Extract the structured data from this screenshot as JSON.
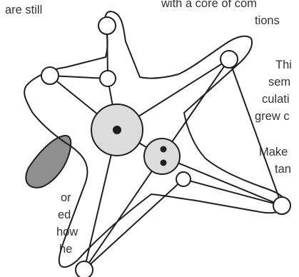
{
  "text_fragments": {
    "top_left": "are still",
    "top_right_line1": "with a core of com",
    "top_right_line2": "tions",
    "right_line1": "Thi",
    "right_line2": "sem",
    "right_line3": "culati",
    "right_line4": "grew c",
    "right_line5": "Make",
    "right_line6": "tan",
    "left_line1": "or",
    "left_line2": "ed",
    "left_line3": "how",
    "left_line4": "he"
  },
  "colors": {
    "outline": "#1f1f1f",
    "large_nodes_fill": "#dcdcdc",
    "blob_fill": "#8f8f8f",
    "text": "#333333"
  },
  "diagram": {
    "large_nodes": [
      {
        "id": "center-node",
        "dots": 1
      },
      {
        "id": "right-node",
        "dots": 2
      }
    ],
    "small_nodes": [
      "top",
      "upper-mid",
      "left",
      "right-tip",
      "lower-mid",
      "bottom-left",
      "bottom-right"
    ],
    "blob": "gray-blob-left"
  }
}
